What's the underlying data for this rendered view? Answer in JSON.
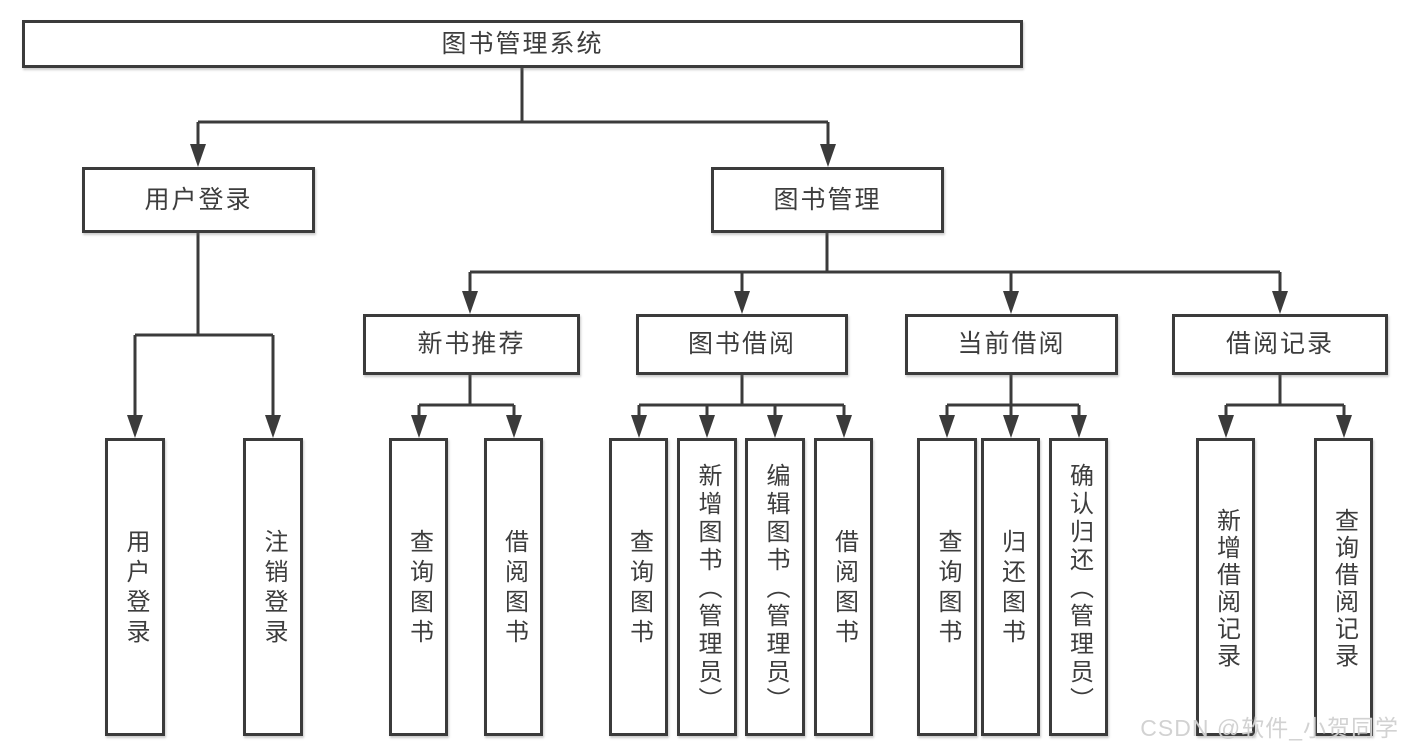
{
  "diagram": {
    "type": "org-chart",
    "background": "#ffffff",
    "colors": {
      "line": "#3b3b3b",
      "box_border": "#3b3b3b",
      "box_fill": "#ffffff",
      "text": "#3d3d3d",
      "watermark": "#d0d0d0"
    },
    "tree": {
      "label": "图书管理系统",
      "children": [
        {
          "label": "用户登录",
          "children": [
            {
              "label": "用户登录"
            },
            {
              "label": "注销登录"
            }
          ]
        },
        {
          "label": "图书管理",
          "children": [
            {
              "label": "新书推荐",
              "children": [
                {
                  "label": "查询图书"
                },
                {
                  "label": "借阅图书"
                }
              ]
            },
            {
              "label": "图书借阅",
              "children": [
                {
                  "label": "查询图书"
                },
                {
                  "label": "新增图书（管理员）"
                },
                {
                  "label": "编辑图书（管理员）"
                },
                {
                  "label": "借阅图书"
                }
              ]
            },
            {
              "label": "当前借阅",
              "children": [
                {
                  "label": "查询图书"
                },
                {
                  "label": "归还图书"
                },
                {
                  "label": "确认归还（管理员）"
                }
              ]
            },
            {
              "label": "借阅记录",
              "children": [
                {
                  "label": "新增借阅记录"
                },
                {
                  "label": "查询借阅记录"
                }
              ]
            }
          ]
        }
      ]
    },
    "watermark": {
      "text": "CSDN @软件_小贺同学"
    }
  }
}
